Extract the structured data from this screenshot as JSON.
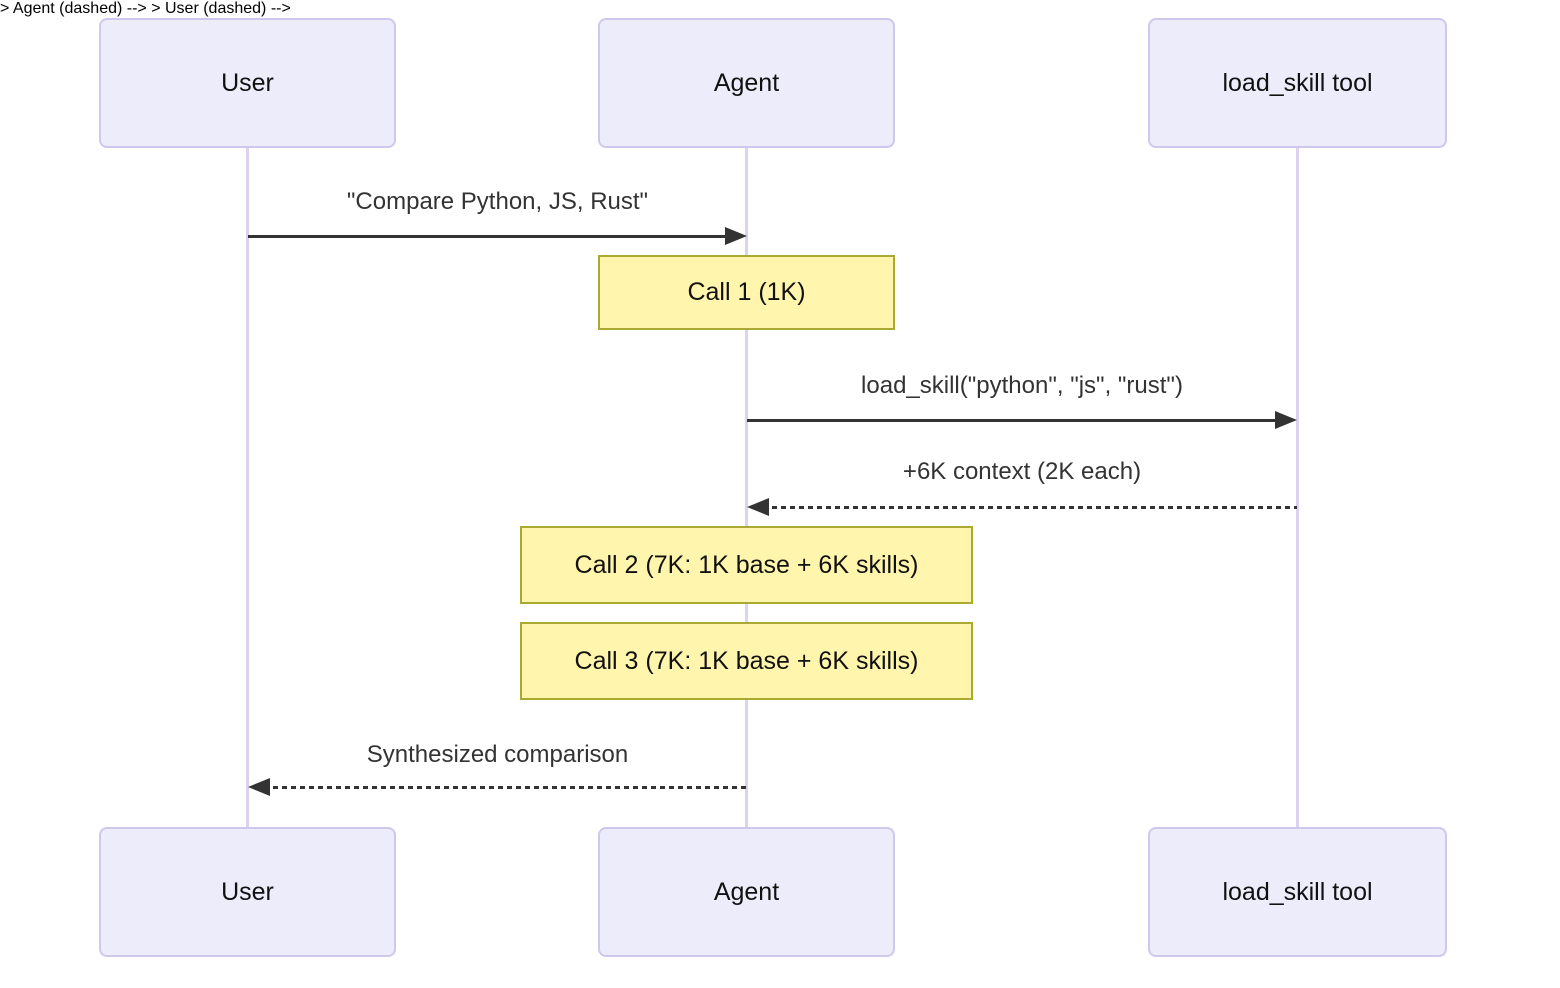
{
  "diagram": {
    "kind": "sequence-diagram",
    "actors": [
      {
        "id": "user",
        "label": "User"
      },
      {
        "id": "agent",
        "label": "Agent"
      },
      {
        "id": "tool",
        "label": "load_skill tool"
      }
    ],
    "messages": [
      {
        "from": "User",
        "to": "Agent",
        "label": "\"Compare Python, JS, Rust\"",
        "line": "solid",
        "direction": "right"
      },
      {
        "from": "Agent",
        "to": "load_skill tool",
        "label": "load_skill(\"python\", \"js\", \"rust\")",
        "line": "solid",
        "direction": "right"
      },
      {
        "from": "load_skill tool",
        "to": "Agent",
        "label": "+6K context (2K each)",
        "line": "dashed",
        "direction": "left"
      },
      {
        "from": "Agent",
        "to": "User",
        "label": "Synthesized comparison",
        "line": "dashed",
        "direction": "left"
      }
    ],
    "notes": [
      {
        "over": "Agent",
        "label": "Call 1 (1K)"
      },
      {
        "over": "Agent",
        "label": "Call 2 (7K: 1K base + 6K skills)"
      },
      {
        "over": "Agent",
        "label": "Call 3 (7K: 1K base + 6K skills)"
      }
    ],
    "colors": {
      "background": "#FFFFFF",
      "actor_fill": "#ECECFB",
      "actor_border": "#CFC8EC",
      "actor_text": "#111111",
      "lifeline": "#DCD2F0",
      "message_line": "#333333",
      "text": "#333333",
      "note_fill": "#FFF5AD",
      "note_border": "#AAAA33",
      "note_text": "#111111"
    }
  }
}
